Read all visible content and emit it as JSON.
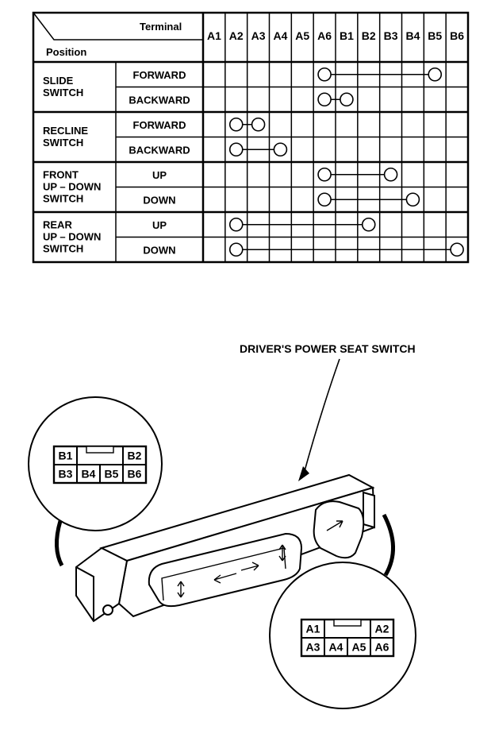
{
  "table": {
    "header_terminal": "Terminal",
    "header_position": "Position",
    "terminals": [
      "A1",
      "A2",
      "A3",
      "A4",
      "A5",
      "A6",
      "B1",
      "B2",
      "B3",
      "B4",
      "B5",
      "B6"
    ],
    "groups": [
      {
        "name_lines": [
          "SLIDE",
          "SWITCH"
        ],
        "rows": [
          {
            "label": "FORWARD",
            "circles": [
              "A6",
              "B5"
            ]
          },
          {
            "label": "BACKWARD",
            "circles": [
              "A6",
              "B1"
            ]
          }
        ]
      },
      {
        "name_lines": [
          "RECLINE",
          "SWITCH"
        ],
        "rows": [
          {
            "label": "FORWARD",
            "circles": [
              "A2",
              "A3"
            ]
          },
          {
            "label": "BACKWARD",
            "circles": [
              "A2",
              "A4"
            ]
          }
        ]
      },
      {
        "name_lines": [
          "FRONT",
          "UP – DOWN",
          "SWITCH"
        ],
        "rows": [
          {
            "label": "UP",
            "circles": [
              "A6",
              "B3"
            ]
          },
          {
            "label": "DOWN",
            "circles": [
              "A6",
              "B4"
            ]
          }
        ]
      },
      {
        "name_lines": [
          "REAR",
          "UP – DOWN",
          "SWITCH"
        ],
        "rows": [
          {
            "label": "UP",
            "circles": [
              "A2",
              "B2"
            ]
          },
          {
            "label": "DOWN",
            "circles": [
              "A2",
              "B6"
            ]
          }
        ]
      }
    ]
  },
  "illustration": {
    "callout": "DRIVER'S POWER SEAT SWITCH",
    "connector_b": {
      "top": [
        "B1",
        "B2"
      ],
      "bottom": [
        "B3",
        "B4",
        "B5",
        "B6"
      ]
    },
    "connector_a": {
      "top": [
        "A1",
        "A2"
      ],
      "bottom": [
        "A3",
        "A4",
        "A5",
        "A6"
      ]
    }
  }
}
